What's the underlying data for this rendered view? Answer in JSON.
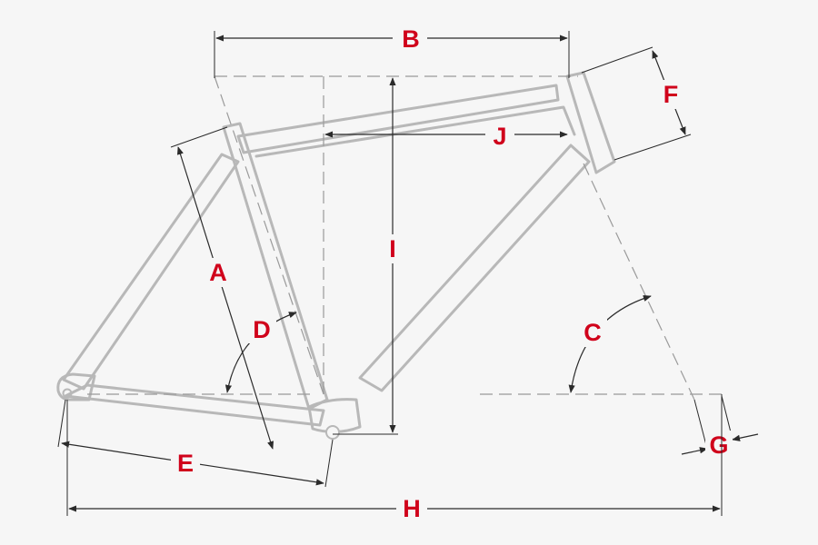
{
  "colors": {
    "background": "#f6f6f6",
    "frame": "#b8b8b8",
    "dimension_line": "#2b2b2b",
    "label": "#d0021b"
  },
  "labels": {
    "A": "A",
    "B": "B",
    "C": "C",
    "D": "D",
    "E": "E",
    "F": "F",
    "G": "G",
    "H": "H",
    "I": "I",
    "J": "J"
  }
}
